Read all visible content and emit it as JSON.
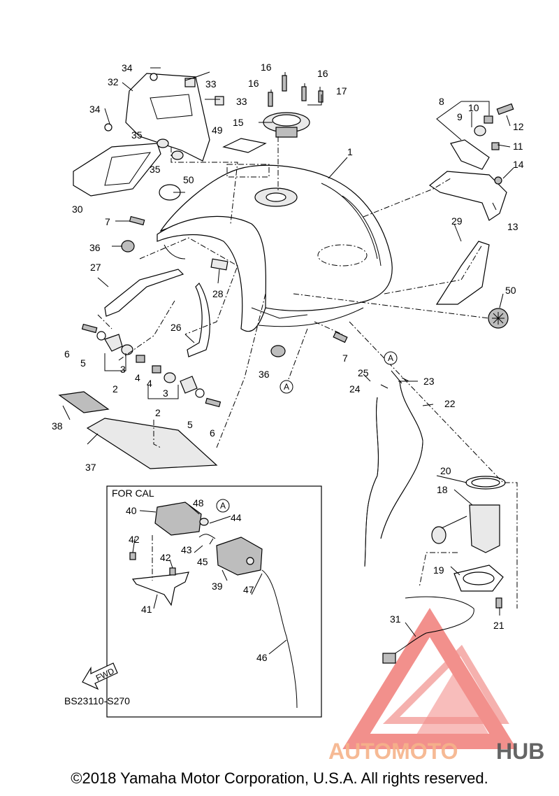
{
  "diagram": {
    "inset_title": "FOR CAL",
    "drawing_code": "BS23110-S270",
    "fwd_label": "FWD",
    "ref_mark": "A",
    "watermark": {
      "prefix": "AUTOMOTO",
      "suffix": "HUB",
      "color_main": "#f07d79",
      "color_accent": "#f6b38a",
      "color_dark": "#555555"
    },
    "copyright": "©2018 Yamaha Motor Corporation, U.S.A. All rights reserved."
  },
  "callouts": {
    "c1": "1",
    "c2a": "2",
    "c2b": "2",
    "c3a": "3",
    "c3b": "3",
    "c4a": "4",
    "c4b": "4",
    "c5a": "5",
    "c5b": "5",
    "c6a": "6",
    "c6b": "6",
    "c7a": "7",
    "c7b": "7",
    "c8": "8",
    "c9": "9",
    "c10": "10",
    "c11": "11",
    "c12": "12",
    "c13": "13",
    "c14": "14",
    "c15": "15",
    "c16a": "16",
    "c16b": "16",
    "c16c": "16",
    "c17": "17",
    "c18": "18",
    "c19": "19",
    "c20": "20",
    "c21": "21",
    "c22": "22",
    "c23": "23",
    "c24": "24",
    "c25": "25",
    "c26": "26",
    "c27": "27",
    "c28": "28",
    "c29": "29",
    "c30": "30",
    "c31": "31",
    "c32": "32",
    "c33a": "33",
    "c33b": "33",
    "c34a": "34",
    "c34b": "34",
    "c35a": "35",
    "c35b": "35",
    "c36a": "36",
    "c36b": "36",
    "c37": "37",
    "c38": "38",
    "c39": "39",
    "c40": "40",
    "c41": "41",
    "c42a": "42",
    "c42b": "42",
    "c43": "43",
    "c44": "44",
    "c45": "45",
    "c46": "46",
    "c47": "47",
    "c48": "48",
    "c49": "49",
    "c50a": "50",
    "c50b": "50"
  }
}
